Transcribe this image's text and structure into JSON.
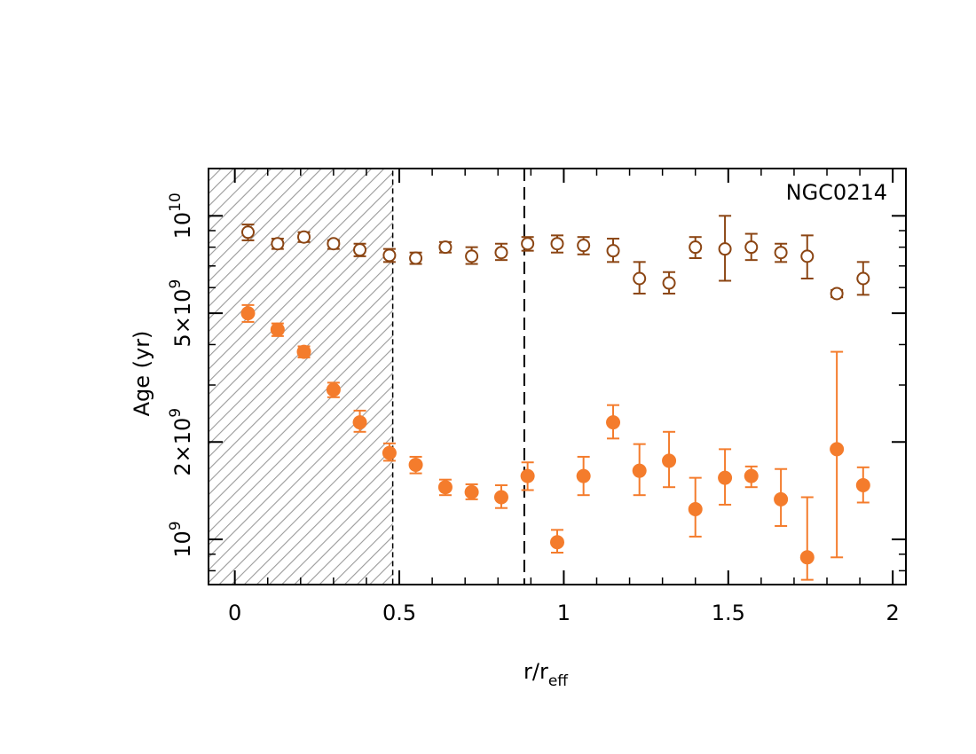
{
  "chart_data": {
    "type": "scatter",
    "title": "",
    "annotation": "NGC0214",
    "xlabel": {
      "main": "r/r",
      "sub": "eff"
    },
    "ylabel": "Age (yr)",
    "xlim": [
      -0.08,
      2.04
    ],
    "ylim": [
      725000000.0,
      14000000000.0
    ],
    "y_scale": "log",
    "grid": false,
    "legend": "none",
    "x_ticks": [
      "0",
      "0.5",
      "1",
      "1.5",
      "2"
    ],
    "y_tick_labels": [
      {
        "base": "10",
        "exp": "9",
        "value": 1000000000.0
      },
      {
        "base": "2×10",
        "exp": "9",
        "value": 2000000000.0
      },
      {
        "base": "5×10",
        "exp": "9",
        "value": 5000000000.0
      },
      {
        "base": "10",
        "exp": "10",
        "value": 10000000000.0
      }
    ],
    "y_minor_ticks": [
      800000000.0,
      900000000.0,
      3000000000.0,
      4000000000.0,
      6000000000.0,
      7000000000.0,
      8000000000.0,
      9000000000.0
    ],
    "shaded_region": {
      "x": [
        -0.08,
        0.48
      ],
      "pattern": "hatched"
    },
    "vertical_line": {
      "x": 0.88,
      "style": "dashed"
    },
    "series": [
      {
        "marker": "open-circle",
        "color": "#8b4513",
        "points": [
          {
            "x": 0.04,
            "y": 8900000000.0,
            "lo": 8400000000.0,
            "hi": 9400000000.0
          },
          {
            "x": 0.13,
            "y": 8200000000.0,
            "lo": 7900000000.0,
            "hi": 8500000000.0
          },
          {
            "x": 0.21,
            "y": 8600000000.0,
            "lo": 8300000000.0,
            "hi": 8900000000.0
          },
          {
            "x": 0.3,
            "y": 8200000000.0,
            "lo": 7900000000.0,
            "hi": 8400000000.0
          },
          {
            "x": 0.38,
            "y": 7850000000.0,
            "lo": 7500000000.0,
            "hi": 8200000000.0
          },
          {
            "x": 0.47,
            "y": 7550000000.0,
            "lo": 7200000000.0,
            "hi": 7900000000.0
          },
          {
            "x": 0.55,
            "y": 7400000000.0,
            "lo": 7100000000.0,
            "hi": 7700000000.0
          },
          {
            "x": 0.64,
            "y": 8000000000.0,
            "lo": 7700000000.0,
            "hi": 8300000000.0
          },
          {
            "x": 0.72,
            "y": 7500000000.0,
            "lo": 7100000000.0,
            "hi": 8000000000.0
          },
          {
            "x": 0.81,
            "y": 7700000000.0,
            "lo": 7300000000.0,
            "hi": 8200000000.0
          },
          {
            "x": 0.89,
            "y": 8200000000.0,
            "lo": 7800000000.0,
            "hi": 8600000000.0
          },
          {
            "x": 0.98,
            "y": 8200000000.0,
            "lo": 7700000000.0,
            "hi": 8700000000.0
          },
          {
            "x": 1.06,
            "y": 8100000000.0,
            "lo": 7600000000.0,
            "hi": 8600000000.0
          },
          {
            "x": 1.15,
            "y": 7800000000.0,
            "lo": 7200000000.0,
            "hi": 8500000000.0
          },
          {
            "x": 1.23,
            "y": 6400000000.0,
            "lo": 5750000000.0,
            "hi": 7200000000.0
          },
          {
            "x": 1.32,
            "y": 6200000000.0,
            "lo": 5750000000.0,
            "hi": 6700000000.0
          },
          {
            "x": 1.4,
            "y": 8000000000.0,
            "lo": 7400000000.0,
            "hi": 8600000000.0
          },
          {
            "x": 1.49,
            "y": 7900000000.0,
            "lo": 6300000000.0,
            "hi": 10000000000.0
          },
          {
            "x": 1.57,
            "y": 8000000000.0,
            "lo": 7300000000.0,
            "hi": 8800000000.0
          },
          {
            "x": 1.66,
            "y": 7700000000.0,
            "lo": 7200000000.0,
            "hi": 8200000000.0
          },
          {
            "x": 1.74,
            "y": 7500000000.0,
            "lo": 6400000000.0,
            "hi": 8700000000.0
          },
          {
            "x": 1.83,
            "y": 5750000000.0,
            "lo": 5600000000.0,
            "hi": 5900000000.0
          },
          {
            "x": 1.91,
            "y": 6400000000.0,
            "lo": 5700000000.0,
            "hi": 7200000000.0
          }
        ]
      },
      {
        "marker": "filled-circle",
        "color": "#f47c2c",
        "points": [
          {
            "x": 0.04,
            "y": 5000000000.0,
            "lo": 4700000000.0,
            "hi": 5300000000.0
          },
          {
            "x": 0.13,
            "y": 4450000000.0,
            "lo": 4250000000.0,
            "hi": 4650000000.0
          },
          {
            "x": 0.21,
            "y": 3800000000.0,
            "lo": 3650000000.0,
            "hi": 3950000000.0
          },
          {
            "x": 0.3,
            "y": 2900000000.0,
            "lo": 2750000000.0,
            "hi": 3050000000.0
          },
          {
            "x": 0.38,
            "y": 2300000000.0,
            "lo": 2150000000.0,
            "hi": 2500000000.0
          },
          {
            "x": 0.47,
            "y": 1850000000.0,
            "lo": 1750000000.0,
            "hi": 1980000000.0
          },
          {
            "x": 0.55,
            "y": 1700000000.0,
            "lo": 1600000000.0,
            "hi": 1800000000.0
          },
          {
            "x": 0.64,
            "y": 1450000000.0,
            "lo": 1370000000.0,
            "hi": 1530000000.0
          },
          {
            "x": 0.72,
            "y": 1400000000.0,
            "lo": 1330000000.0,
            "hi": 1480000000.0
          },
          {
            "x": 0.81,
            "y": 1350000000.0,
            "lo": 1250000000.0,
            "hi": 1470000000.0
          },
          {
            "x": 0.89,
            "y": 1570000000.0,
            "lo": 1420000000.0,
            "hi": 1730000000.0
          },
          {
            "x": 0.98,
            "y": 980000000.0,
            "lo": 910000000.0,
            "hi": 1070000000.0
          },
          {
            "x": 1.06,
            "y": 1570000000.0,
            "lo": 1370000000.0,
            "hi": 1800000000.0
          },
          {
            "x": 1.15,
            "y": 2300000000.0,
            "lo": 2050000000.0,
            "hi": 2600000000.0
          },
          {
            "x": 1.23,
            "y": 1630000000.0,
            "lo": 1370000000.0,
            "hi": 1970000000.0
          },
          {
            "x": 1.32,
            "y": 1750000000.0,
            "lo": 1450000000.0,
            "hi": 2150000000.0
          },
          {
            "x": 1.4,
            "y": 1240000000.0,
            "lo": 1020000000.0,
            "hi": 1550000000.0
          },
          {
            "x": 1.49,
            "y": 1550000000.0,
            "lo": 1280000000.0,
            "hi": 1900000000.0
          },
          {
            "x": 1.57,
            "y": 1570000000.0,
            "lo": 1450000000.0,
            "hi": 1680000000.0
          },
          {
            "x": 1.66,
            "y": 1330000000.0,
            "lo": 1100000000.0,
            "hi": 1650000000.0
          },
          {
            "x": 1.74,
            "y": 880000000.0,
            "lo": 750000000.0,
            "hi": 1350000000.0
          },
          {
            "x": 1.83,
            "y": 1900000000.0,
            "lo": 880000000.0,
            "hi": 3800000000.0
          },
          {
            "x": 1.91,
            "y": 1470000000.0,
            "lo": 1300000000.0,
            "hi": 1670000000.0
          }
        ]
      }
    ]
  }
}
